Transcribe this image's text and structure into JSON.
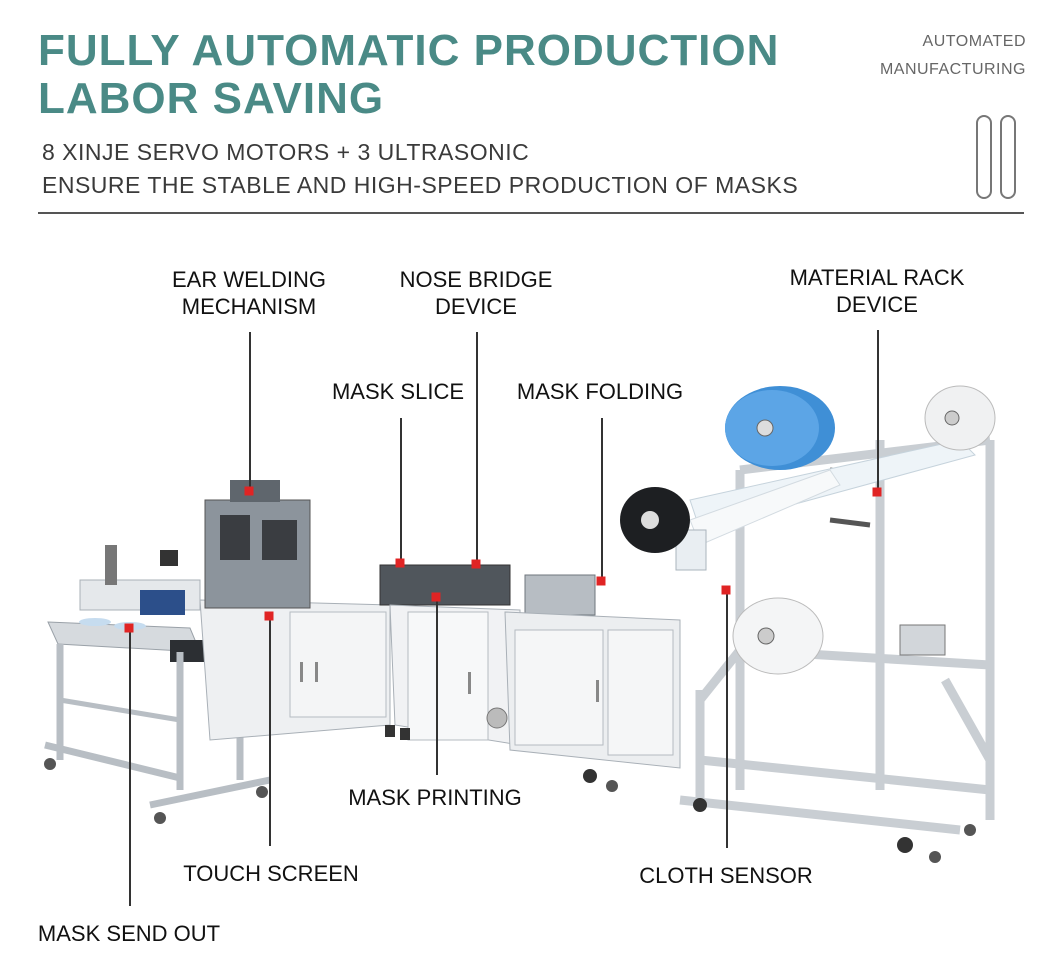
{
  "header": {
    "headline_1": "FULLY AUTOMATIC PRODUCTION",
    "headline_2": "LABOR SAVING",
    "sub_1": "8 XINJE SERVO MOTORS + 3 ULTRASONIC",
    "sub_2": "ENSURE THE STABLE AND HIGH-SPEED PRODUCTION OF MASKS",
    "tag_1": "AUTOMATED",
    "tag_2": "MANUFACTURING"
  },
  "callouts": {
    "ear_welding": {
      "line_1": "EAR WELDING",
      "line_2": "MECHANISM"
    },
    "nose_bridge": {
      "line_1": "NOSE BRIDGE",
      "line_2": "DEVICE"
    },
    "material_rack": {
      "line_1": "MATERIAL RACK",
      "line_2": "DEVICE"
    },
    "mask_slice": "MASK SLICE",
    "mask_folding": "MASK FOLDING",
    "mask_printing": "MASK PRINTING",
    "touch_screen": "TOUCH SCREEN",
    "cloth_sensor": "CLOTH SENSOR",
    "mask_send_out": "MASK SEND OUT"
  },
  "colors": {
    "headline": "#4a8a86",
    "marker": "#e02424",
    "blue_roll": "#3f8fd6",
    "frame": "#c9ced3"
  }
}
